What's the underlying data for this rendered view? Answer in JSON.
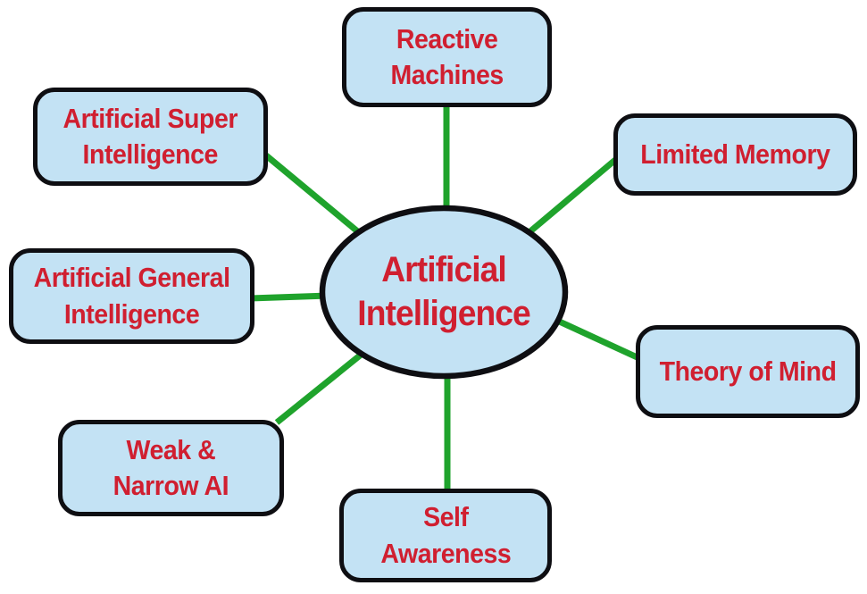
{
  "diagram": {
    "center": {
      "id": "artificial-intelligence",
      "line1": "Artificial",
      "line2": "Intelligence"
    },
    "nodes": [
      {
        "id": "reactive-machines",
        "line1": "Reactive",
        "line2": "Machines"
      },
      {
        "id": "limited-memory",
        "line1": "Limited Memory"
      },
      {
        "id": "theory-of-mind",
        "line1": "Theory of Mind"
      },
      {
        "id": "self-awareness",
        "line1": "Self",
        "line2": "Awareness"
      },
      {
        "id": "weak-narrow-ai",
        "line1": "Weak &",
        "line2": "Narrow AI"
      },
      {
        "id": "artificial-general-intelligence",
        "line1": "Artificial General",
        "line2": "Intelligence"
      },
      {
        "id": "artificial-super-intelligence",
        "line1": "Artificial Super",
        "line2": "Intelligence"
      }
    ],
    "colors": {
      "background": "#FFFFFF",
      "node_fill": "#C3E2F4",
      "node_border": "#0E0E12",
      "label_text": "#D01F30",
      "connector": "#1FA32C"
    }
  }
}
